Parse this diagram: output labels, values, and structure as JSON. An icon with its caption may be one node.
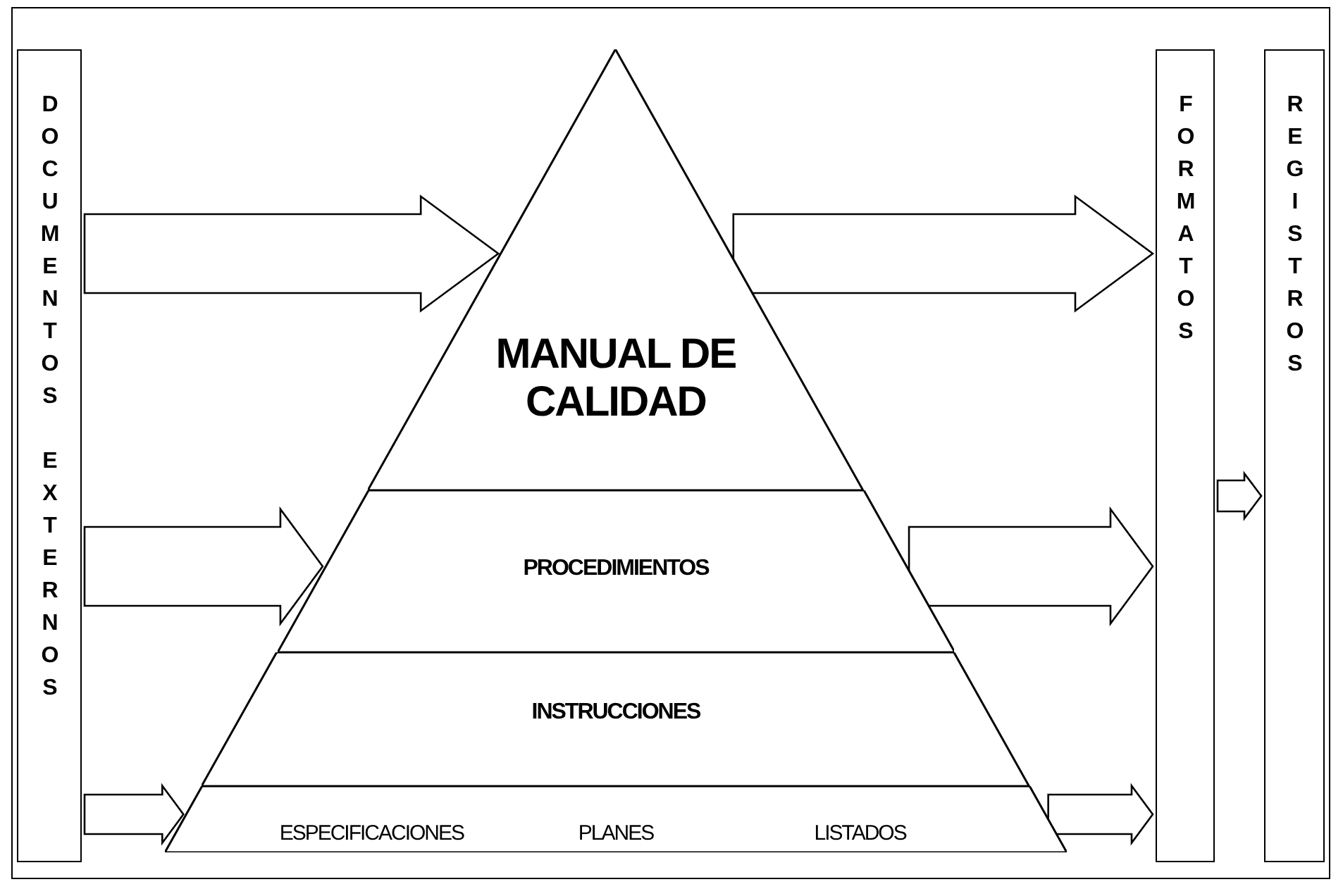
{
  "diagram": {
    "nodes": [
      {
        "text": [
          "DOCUMENTOS EXTERNOS"
        ]
      },
      {
        "text": [
          "MANUAL DE CALIDAD"
        ]
      },
      {
        "text": [
          "PROCEDIMIENTOS"
        ]
      },
      {
        "text": [
          "INSTRUCCIONES"
        ]
      },
      {
        "text": [
          "ESPECIFICACIONES",
          "PLANES",
          "LISTADOS"
        ]
      },
      {
        "text": [
          "FORMATOS"
        ]
      },
      {
        "text": [
          "REGISTROS"
        ]
      }
    ],
    "edges": [
      {
        "from": 0,
        "to": 1,
        "arrow": "to"
      },
      {
        "from": 0,
        "to": 2,
        "arrow": "to"
      },
      {
        "from": 0,
        "to": 4,
        "arrow": "to"
      },
      {
        "from": 1,
        "to": 5,
        "arrow": "to"
      },
      {
        "from": 2,
        "to": 5,
        "arrow": "to"
      },
      {
        "from": 4,
        "to": 5,
        "arrow": "to"
      },
      {
        "from": 5,
        "to": 6,
        "arrow": "to"
      }
    ]
  }
}
